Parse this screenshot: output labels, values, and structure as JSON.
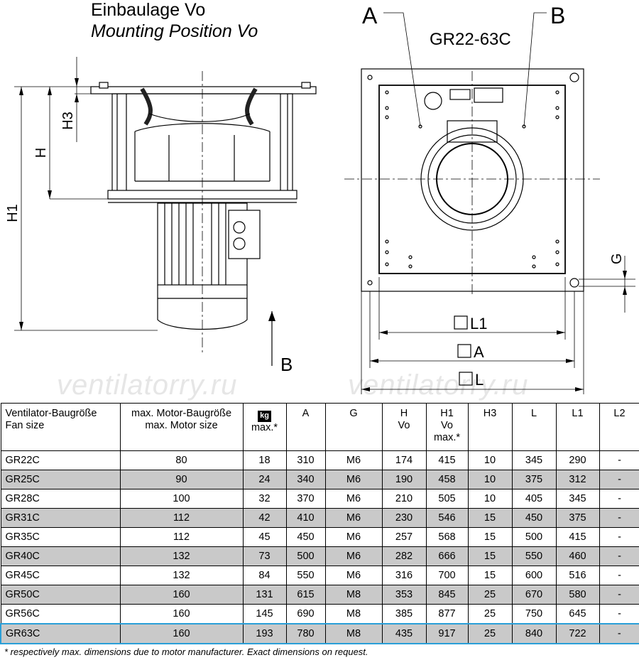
{
  "title": {
    "de": "Einbaulage Vo",
    "en": "Mounting Position Vo"
  },
  "drawing": {
    "side_labels": {
      "h3": "H3",
      "h": "H",
      "h1": "H1",
      "b": "B"
    },
    "top_labels": {
      "a": "A",
      "b": "B",
      "model_range": "GR22-63C",
      "g": "G",
      "l1": "L1",
      "a_dim": "A",
      "l": "L"
    }
  },
  "watermark": "ventilatorry.ru",
  "table": {
    "headers": {
      "fan_size": [
        "Ventilator-Baugröße",
        "Fan size"
      ],
      "motor_size": [
        "max. Motor-Baugröße",
        "max. Motor size"
      ],
      "weight_icon": "kg",
      "weight_note": "max.*",
      "a": "A",
      "g": "G",
      "h": [
        "H",
        "Vo"
      ],
      "h1": [
        "H1",
        "Vo",
        "max.*"
      ],
      "h3": "H3",
      "l": "L",
      "l1": "L1",
      "l2": "L2"
    },
    "rows": [
      {
        "fan": "GR22C",
        "motor": "80",
        "weight": "18",
        "a": "310",
        "g": "M6",
        "h": "174",
        "h1": "415",
        "h3": "10",
        "l": "345",
        "l1": "290",
        "l2": "-"
      },
      {
        "fan": "GR25C",
        "motor": "90",
        "weight": "24",
        "a": "340",
        "g": "M6",
        "h": "190",
        "h1": "458",
        "h3": "10",
        "l": "375",
        "l1": "312",
        "l2": "-"
      },
      {
        "fan": "GR28C",
        "motor": "100",
        "weight": "32",
        "a": "370",
        "g": "M6",
        "h": "210",
        "h1": "505",
        "h3": "10",
        "l": "405",
        "l1": "345",
        "l2": "-"
      },
      {
        "fan": "GR31C",
        "motor": "112",
        "weight": "42",
        "a": "410",
        "g": "M6",
        "h": "230",
        "h1": "546",
        "h3": "15",
        "l": "450",
        "l1": "375",
        "l2": "-"
      },
      {
        "fan": "GR35C",
        "motor": "112",
        "weight": "45",
        "a": "450",
        "g": "M6",
        "h": "257",
        "h1": "568",
        "h3": "15",
        "l": "500",
        "l1": "415",
        "l2": "-"
      },
      {
        "fan": "GR40C",
        "motor": "132",
        "weight": "73",
        "a": "500",
        "g": "M6",
        "h": "282",
        "h1": "666",
        "h3": "15",
        "l": "550",
        "l1": "460",
        "l2": "-"
      },
      {
        "fan": "GR45C",
        "motor": "132",
        "weight": "84",
        "a": "550",
        "g": "M6",
        "h": "316",
        "h1": "700",
        "h3": "15",
        "l": "600",
        "l1": "516",
        "l2": "-"
      },
      {
        "fan": "GR50C",
        "motor": "160",
        "weight": "131",
        "a": "615",
        "g": "M8",
        "h": "353",
        "h1": "845",
        "h3": "25",
        "l": "670",
        "l1": "580",
        "l2": "-"
      },
      {
        "fan": "GR56C",
        "motor": "160",
        "weight": "145",
        "a": "690",
        "g": "M8",
        "h": "385",
        "h1": "877",
        "h3": "25",
        "l": "750",
        "l1": "645",
        "l2": "-"
      },
      {
        "fan": "GR63C",
        "motor": "160",
        "weight": "193",
        "a": "780",
        "g": "M8",
        "h": "435",
        "h1": "917",
        "h3": "25",
        "l": "840",
        "l1": "722",
        "l2": "-"
      }
    ]
  },
  "footnote": "* respectively max. dimensions due to motor manufacturer. Exact dimensions on request.",
  "colors": {
    "highlight_row": "#2a9fd8",
    "shaded_row": "#c9c9c9"
  }
}
